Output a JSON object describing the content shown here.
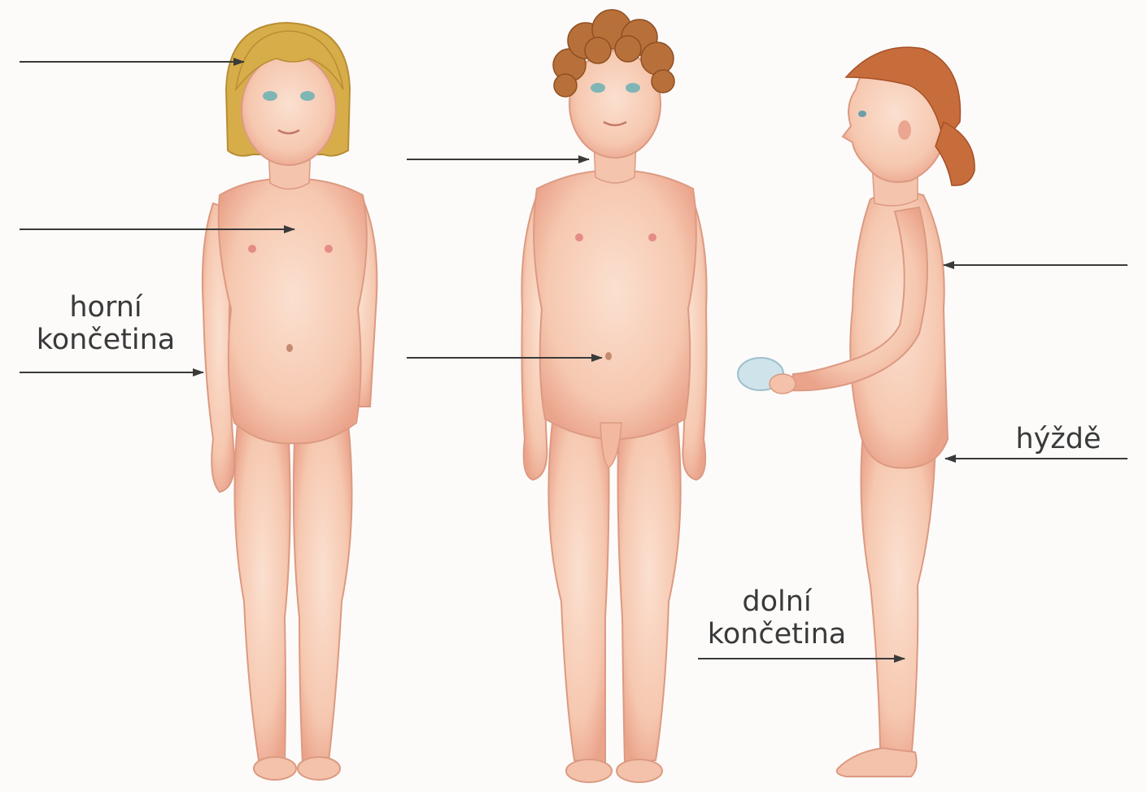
{
  "labels": {
    "upper_limb": [
      "horní",
      "končetina"
    ],
    "lower_limb": [
      "dolní",
      "končetina"
    ],
    "buttocks": "hýždě"
  },
  "colors": {
    "skin": "#f7cdb7",
    "skin_shadow": "#eaa690",
    "hair_girl": "#d7ad4a",
    "hair_boy": "#b8703a",
    "hair_side": "#c76d3c",
    "arrow": "#3a3a3a",
    "background": "#fcfbfa"
  }
}
